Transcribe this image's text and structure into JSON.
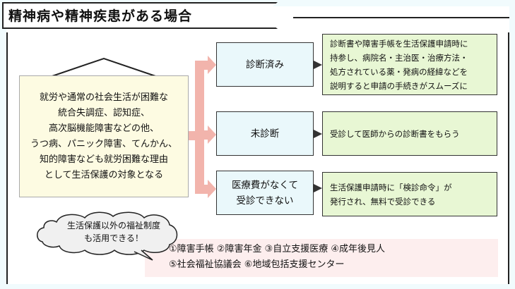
{
  "title": "精神病や精神疾患がある場合",
  "left_box": {
    "lines": [
      "就労や通常の社会生活が困難な",
      "統合失調症、認知症、",
      "高次脳機能障害などの他、",
      "うつ病、パニック障害、てんかん、",
      "知的障害なども就労困難な理由",
      "として生活保護の対象となる"
    ]
  },
  "cases": [
    {
      "label": [
        "診断済み"
      ],
      "detail": [
        "診断書や障害手帳を生活保護申請時に",
        "持参し、病院名・主治医・治療方法・",
        "処方されている薬・発病の経緯などを",
        "説明すると申請の手続きがスムーズに"
      ]
    },
    {
      "label": [
        "未診断"
      ],
      "detail": [
        "受診して医師からの診断書をもらう"
      ]
    },
    {
      "label": [
        "医療費がなくて",
        "受診できない"
      ],
      "detail": [
        "生活保護申請時に「検診命令」が",
        "発行され、無料で受診できる"
      ]
    }
  ],
  "bubble": {
    "lines": [
      "生活保護以外の福祉制度",
      "も活用できる！"
    ]
  },
  "welfare": {
    "lines": [
      "①障害手帳 ②障害年金 ③自立支援医療 ④成年後見人",
      "⑤社会福祉協議会 ⑥地域包括支援センター"
    ]
  },
  "colors": {
    "page_background": "#f1fbfd",
    "left_box_fill": "#fdfbe2",
    "case_box_fill": "#eaf8fb",
    "detail_box_fill": "#e8f7d4",
    "connector": "#f2b4ac",
    "welfare_box_fill": "#fdeeee"
  }
}
